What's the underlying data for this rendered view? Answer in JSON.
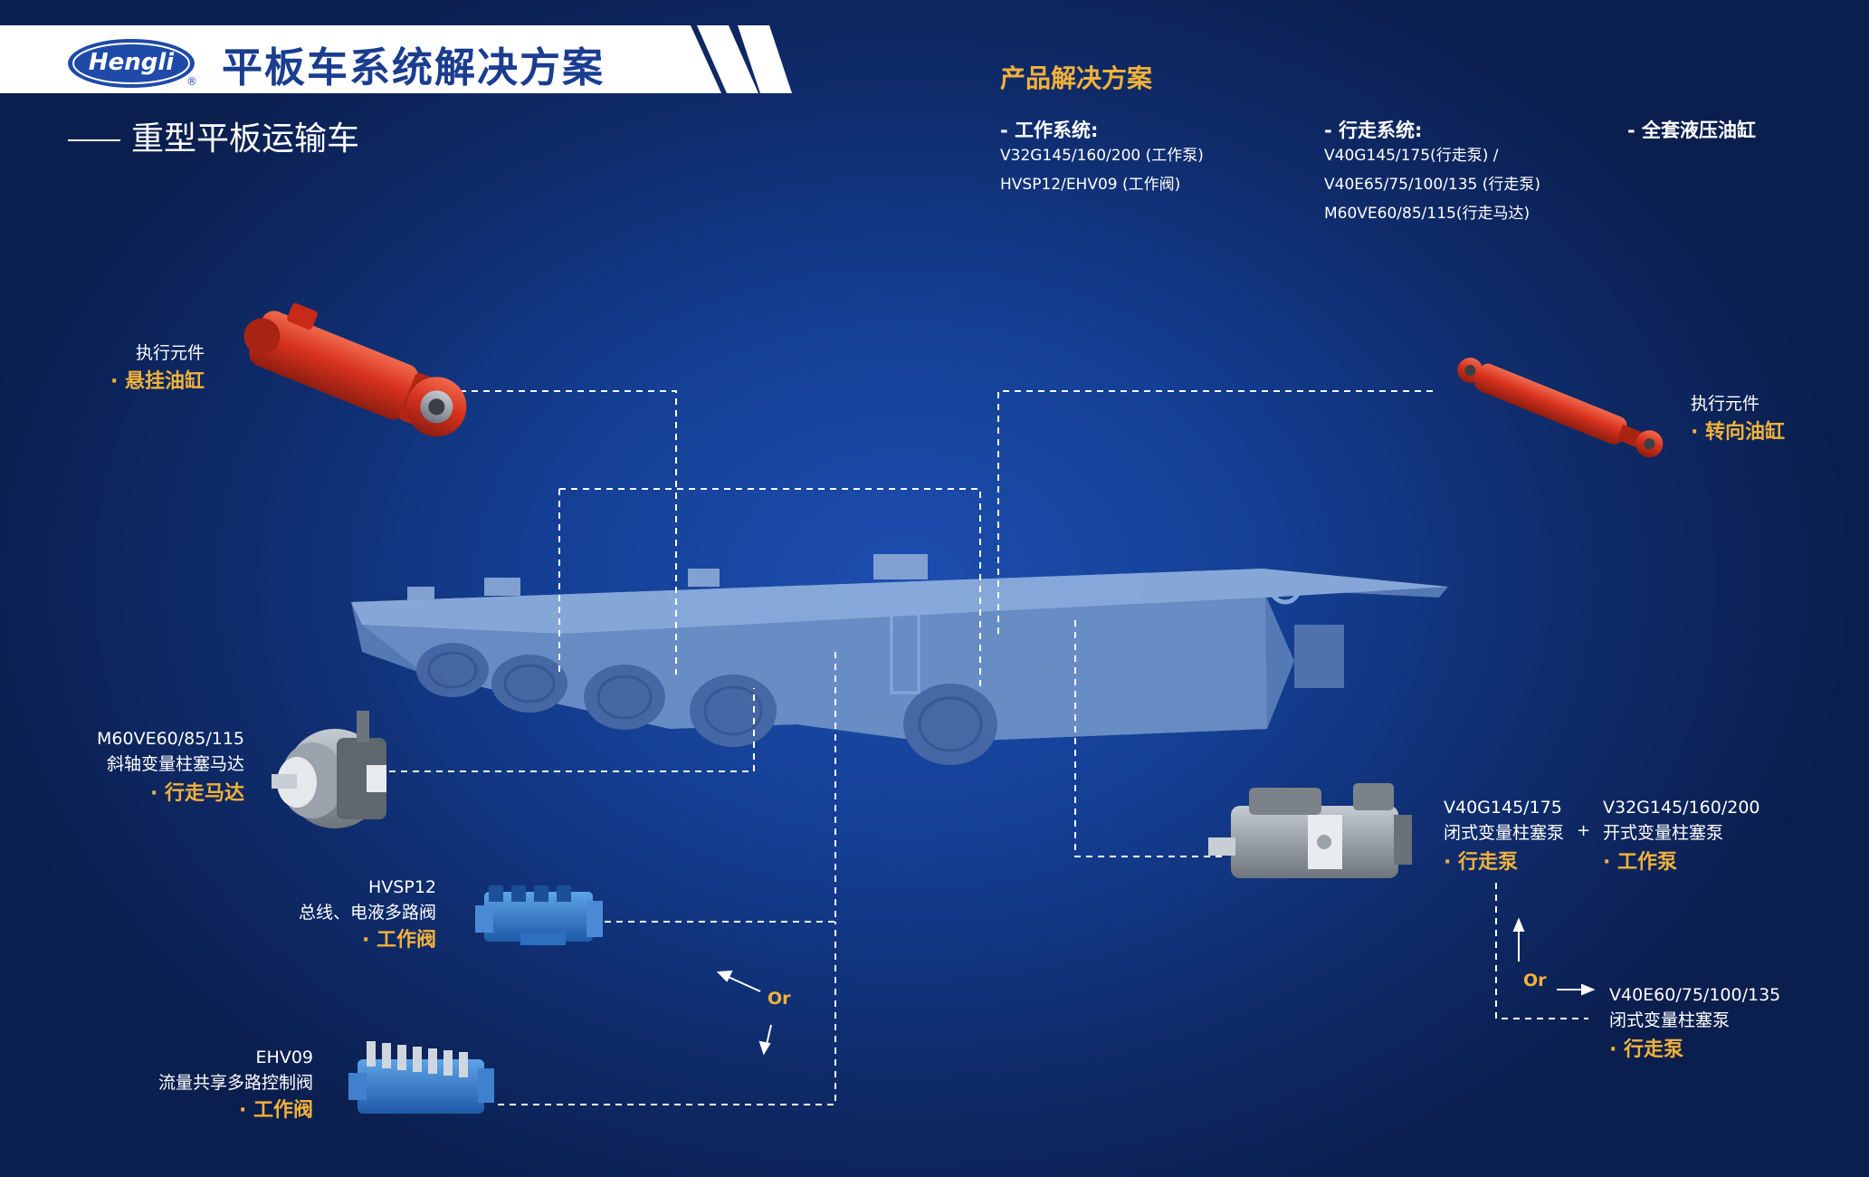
{
  "header": {
    "logo_text": "Hengli",
    "logo_mark": "®",
    "title": "平板车系统解决方案",
    "subtitle": "重型平板运输车"
  },
  "solution": {
    "heading": "产品解决方案",
    "working_system": {
      "title": "- 工作系统:",
      "lines": [
        "V32G145/160/200 (工作泵)",
        "HVSP12/EHV09 (工作阀)"
      ]
    },
    "travel_system": {
      "title": "- 行走系统:",
      "lines": [
        "V40G145/175(行走泵) /",
        "V40E65/75/100/135 (行走泵)",
        "M60VE60/85/115(行走马达)"
      ]
    },
    "cylinders": {
      "title": "- 全套液压油缸"
    }
  },
  "callouts": {
    "suspension_cylinder": {
      "category": "执行元件",
      "product": "· 悬挂油缸"
    },
    "steering_cylinder": {
      "category": "执行元件",
      "product": "· 转向油缸"
    },
    "travel_motor": {
      "model": "M60VE60/85/115",
      "description": "斜轴变量柱塞马达",
      "product": "· 行走马达"
    },
    "hvsp12_valve": {
      "model": "HVSP12",
      "description": "总线、电液多路阀",
      "product": "· 工作阀"
    },
    "ehv09_valve": {
      "model": "EHV09",
      "description": "流量共享多路控制阀",
      "product": "· 工作阀"
    },
    "v40g_pump": {
      "model": "V40G145/175",
      "description": "闭式变量柱塞泵",
      "product": "· 行走泵"
    },
    "v32g_pump": {
      "model": "V32G145/160/200",
      "description": "开式变量柱塞泵",
      "product": "· 工作泵"
    },
    "v40e_pump": {
      "model": "V40E60/75/100/135",
      "description": "闭式变量柱塞泵",
      "product": "· 行走泵"
    },
    "plus_sign": "+",
    "or_left": "Or",
    "or_right": "Or"
  },
  "colors": {
    "accent_orange": "#f1b13b",
    "brand_blue": "#1a3d8f",
    "background_dark": "#0b1f4e",
    "cylinder_red": "#d9331f",
    "vehicle_blue": "#6f93c8"
  },
  "icons": [
    "suspension-cylinder-image",
    "steering-cylinder-image",
    "travel-motor-image",
    "hvsp12-valve-image",
    "ehv09-valve-image",
    "pump-assembly-image",
    "flatbed-vehicle-image"
  ]
}
